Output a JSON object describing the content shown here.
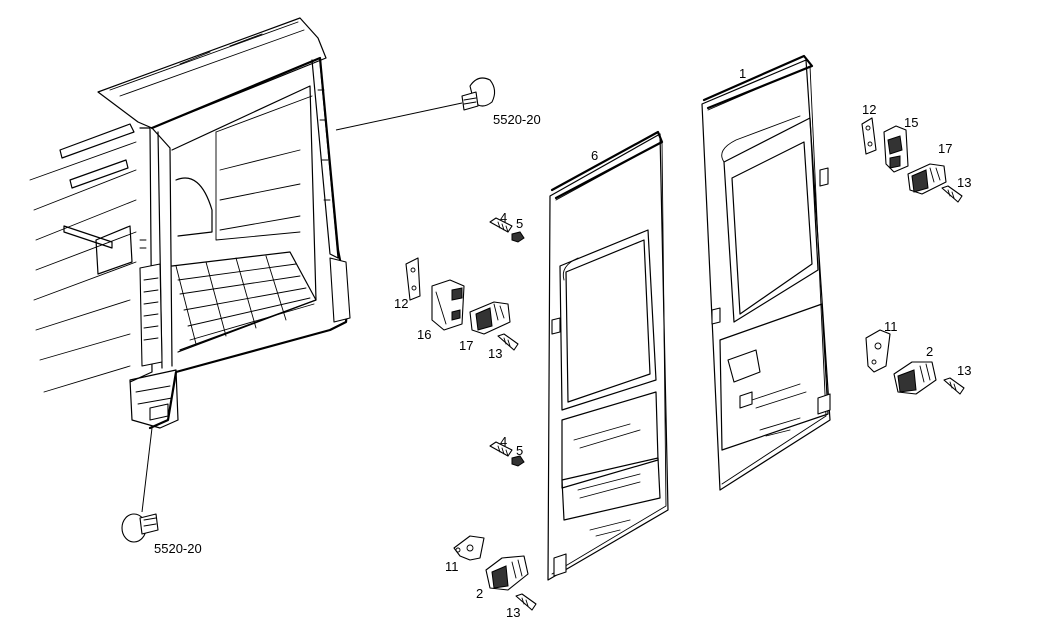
{
  "diagram": {
    "callouts": {
      "grommet_upper": "5520-20",
      "grommet_lower": "5520-20",
      "right_door": "1",
      "left_door": "6",
      "left_upper_bolt": "4",
      "left_upper_nut": "5",
      "left_upper_plate": "12",
      "left_upper_cover": "16",
      "left_upper_hinge": "17",
      "left_upper_screw": "13",
      "left_lower_bolt": "4",
      "left_lower_nut": "5",
      "left_lower_plate": "11",
      "left_lower_hinge": "2",
      "left_lower_screw": "13",
      "right_upper_plate": "12",
      "right_upper_cover": "15",
      "right_upper_hinge": "17",
      "right_upper_screw": "13",
      "right_lower_plate": "11",
      "right_lower_hinge": "2",
      "right_lower_screw": "13"
    }
  }
}
